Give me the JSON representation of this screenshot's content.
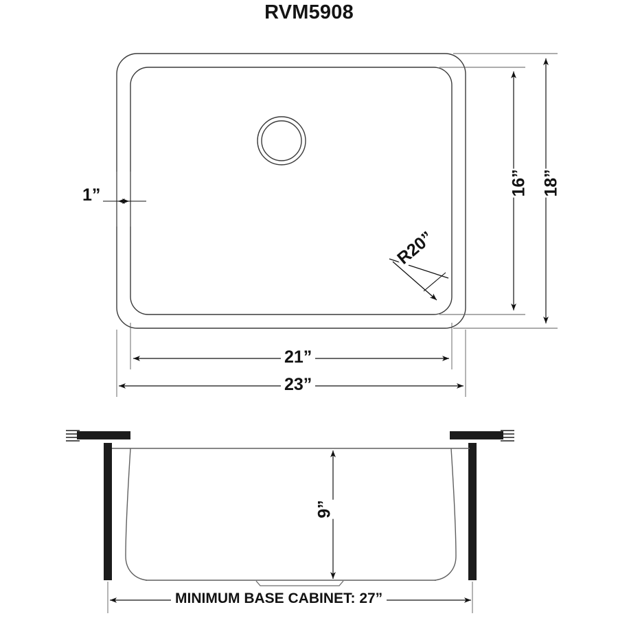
{
  "drawing": {
    "title": "RVM5908",
    "line_color": "#3a3a3a",
    "dim_color": "#121212",
    "solid_fill": "#1c1c1c",
    "background": "#ffffff"
  },
  "top_view": {
    "name": "top-view",
    "dimensions": {
      "rim_width": "1”",
      "inner_height": "16”",
      "outer_height": "18”",
      "inner_width": "21”",
      "outer_width": "23”",
      "corner_radius": "R20”"
    },
    "drain": "drain-hole"
  },
  "section_view": {
    "name": "cross-section-view",
    "dimensions": {
      "bowl_depth": "9”",
      "base_cabinet": "MINIMUM BASE CABINET: 27”"
    }
  },
  "chart_data": {
    "type": "table",
    "title": "RVM5908",
    "categories": [
      "Rim width",
      "Inner height",
      "Outer height",
      "Inner width",
      "Outer width",
      "Corner radius",
      "Bowl depth",
      "Minimum base cabinet"
    ],
    "values": [
      "1”",
      "16”",
      "18”",
      "21”",
      "23”",
      "R20”",
      "9”",
      "27”"
    ]
  }
}
